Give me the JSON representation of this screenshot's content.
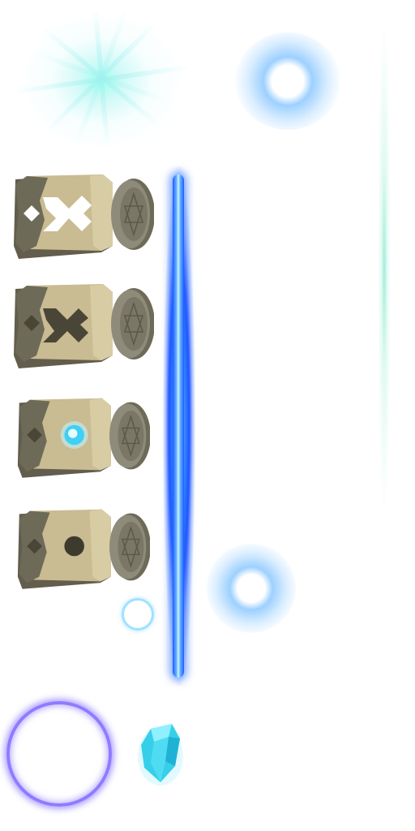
{
  "scene": {
    "background": "#ffffff",
    "accent_blue": "#2a6bff",
    "accent_cyan": "#46d6f0",
    "accent_purple": "#8e7bff",
    "stone_light": "#c9bb92",
    "stone_dark": "#6e6a58"
  },
  "panels": [
    {
      "icon": "double-arrow-white-icon",
      "state": "active"
    },
    {
      "icon": "double-arrow-dark-icon",
      "state": "idle"
    },
    {
      "icon": "glowing-orb-icon",
      "state": "charged"
    },
    {
      "icon": "empty-socket-icon",
      "state": "empty"
    }
  ],
  "effects": {
    "laser": "blue-beam-effect",
    "starburst": "cyan-starburst-effect",
    "crystal": "cyan-crystal-icon",
    "small_ring": "cyan-ring-effect",
    "big_ring": "purple-ring-effect"
  }
}
